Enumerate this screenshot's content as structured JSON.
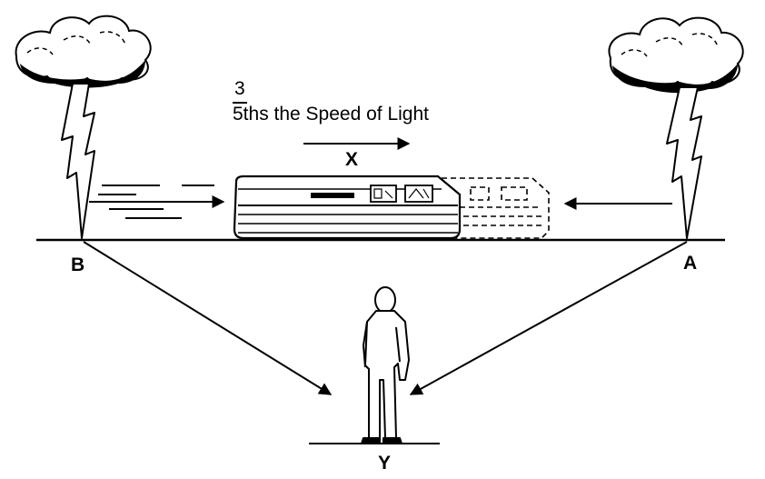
{
  "diagram": {
    "speed_fraction_numerator": "3",
    "speed_text": "5ths the Speed of Light",
    "labels": {
      "x": "X",
      "a": "A",
      "b": "B",
      "y": "Y"
    }
  }
}
